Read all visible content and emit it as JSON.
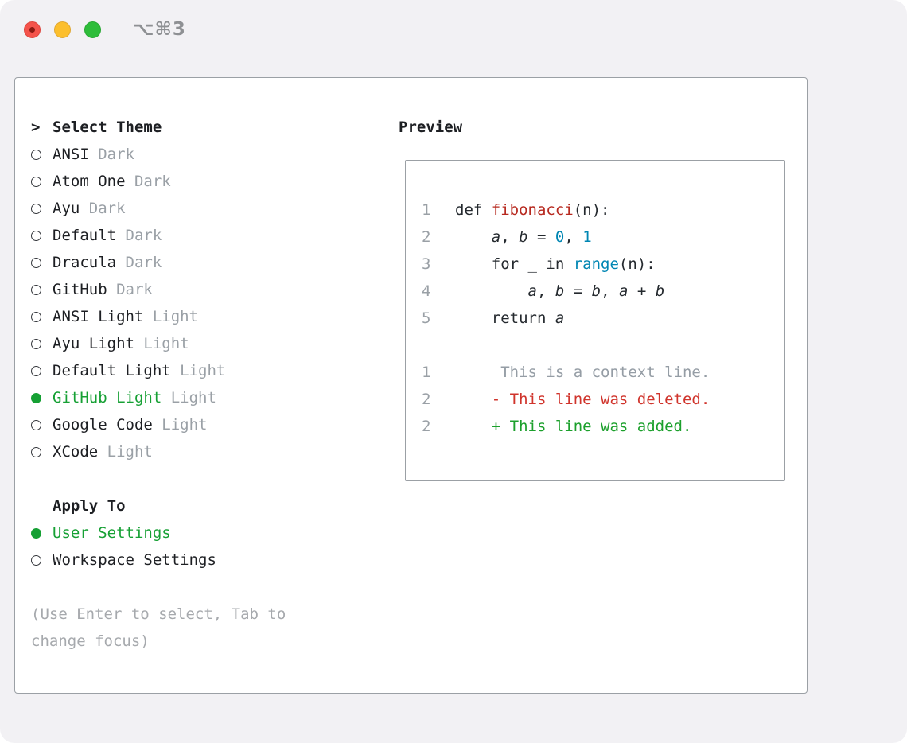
{
  "window": {
    "shortcut": "⌥⌘3"
  },
  "selector": {
    "prompt": ">",
    "title": "Select Theme",
    "themes": [
      {
        "name": "ANSI",
        "variant": "Dark",
        "selected": false
      },
      {
        "name": "Atom One",
        "variant": "Dark",
        "selected": false
      },
      {
        "name": "Ayu",
        "variant": "Dark",
        "selected": false
      },
      {
        "name": "Default",
        "variant": "Dark",
        "selected": false
      },
      {
        "name": "Dracula",
        "variant": "Dark",
        "selected": false
      },
      {
        "name": "GitHub",
        "variant": "Dark",
        "selected": false
      },
      {
        "name": "ANSI Light",
        "variant": "Light",
        "selected": false
      },
      {
        "name": "Ayu Light",
        "variant": "Light",
        "selected": false
      },
      {
        "name": "Default Light",
        "variant": "Light",
        "selected": false
      },
      {
        "name": "GitHub Light",
        "variant": "Light",
        "selected": true
      },
      {
        "name": "Google Code",
        "variant": "Light",
        "selected": false
      },
      {
        "name": "XCode",
        "variant": "Light",
        "selected": false
      }
    ],
    "apply_to_title": "Apply To",
    "apply_to_options": [
      {
        "label": "User Settings",
        "selected": true
      },
      {
        "label": "Workspace Settings",
        "selected": false
      }
    ],
    "hint_lines": [
      "(Use Enter to select, Tab to",
      "change focus)"
    ]
  },
  "preview": {
    "title": "Preview",
    "lines": [
      {
        "num": "1",
        "tokens": [
          {
            "text": "def ",
            "style": "plain"
          },
          {
            "text": "fibonacci",
            "style": "function"
          },
          {
            "text": "(n):",
            "style": "plain"
          }
        ]
      },
      {
        "num": "2",
        "tokens": [
          {
            "text": "    ",
            "style": "plain"
          },
          {
            "text": "a",
            "style": "variable"
          },
          {
            "text": ", ",
            "style": "plain"
          },
          {
            "text": "b",
            "style": "variable"
          },
          {
            "text": " = ",
            "style": "plain"
          },
          {
            "text": "0",
            "style": "number"
          },
          {
            "text": ", ",
            "style": "plain"
          },
          {
            "text": "1",
            "style": "number"
          }
        ]
      },
      {
        "num": "3",
        "tokens": [
          {
            "text": "    for _ in ",
            "style": "plain"
          },
          {
            "text": "range",
            "style": "builtin"
          },
          {
            "text": "(n):",
            "style": "plain"
          }
        ]
      },
      {
        "num": "4",
        "tokens": [
          {
            "text": "        ",
            "style": "plain"
          },
          {
            "text": "a",
            "style": "variable"
          },
          {
            "text": ", ",
            "style": "plain"
          },
          {
            "text": "b",
            "style": "variable"
          },
          {
            "text": " = ",
            "style": "plain"
          },
          {
            "text": "b",
            "style": "variable"
          },
          {
            "text": ", ",
            "style": "plain"
          },
          {
            "text": "a",
            "style": "variable"
          },
          {
            "text": " + ",
            "style": "plain"
          },
          {
            "text": "b",
            "style": "variable"
          }
        ]
      },
      {
        "num": "5",
        "tokens": [
          {
            "text": "    return ",
            "style": "plain"
          },
          {
            "text": "a",
            "style": "variable"
          }
        ]
      },
      {
        "num": "",
        "tokens": []
      },
      {
        "num": "1",
        "tokens": [
          {
            "text": "     This is a context line.",
            "style": "context"
          }
        ]
      },
      {
        "num": "2",
        "tokens": [
          {
            "text": "    - This line was deleted.",
            "style": "deleted"
          }
        ]
      },
      {
        "num": "2",
        "tokens": [
          {
            "text": "    + This line was added.",
            "style": "added"
          }
        ]
      }
    ]
  },
  "colors": {
    "accent_green": "#16a034",
    "added_green": "#1ca02c",
    "function_red": "#b7291f",
    "deleted_red": "#d0342c",
    "number_teal": "#0086b3",
    "builtin_blue": "#0086b3",
    "muted_gray": "#9aa0a6"
  }
}
